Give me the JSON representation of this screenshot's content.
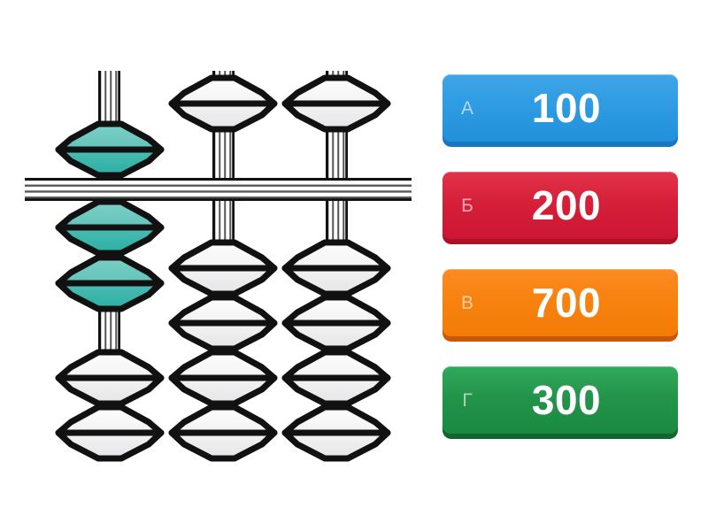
{
  "illustration": {
    "name": "soroban-abacus",
    "description": "Japanese soroban abacus with three rods; highlighted beads are teal",
    "colors": {
      "bead_highlight_top": "#6FC9BF",
      "bead_highlight_bottom": "#2FB3A8",
      "bead_plain_top": "#FBFBFB",
      "bead_plain_bottom": "#EDEDEE",
      "outline": "#111111",
      "rod": "#FFFFFF",
      "background": "#FFFFFF"
    },
    "rods": [
      {
        "index": 1,
        "heaven_beads": [
          {
            "position": "down-active",
            "highlight": true
          }
        ],
        "earth_beads": [
          {
            "position": "up-active",
            "highlight": true
          },
          {
            "position": "up-active",
            "highlight": true
          },
          {
            "position": "rest",
            "highlight": false
          },
          {
            "position": "rest",
            "highlight": false
          }
        ]
      },
      {
        "index": 2,
        "heaven_beads": [
          {
            "position": "rest",
            "highlight": false
          }
        ],
        "earth_beads": [
          {
            "position": "rest",
            "highlight": false
          },
          {
            "position": "rest",
            "highlight": false
          },
          {
            "position": "rest",
            "highlight": false
          },
          {
            "position": "rest",
            "highlight": false
          }
        ]
      },
      {
        "index": 3,
        "heaven_beads": [
          {
            "position": "rest",
            "highlight": false
          }
        ],
        "earth_beads": [
          {
            "position": "rest",
            "highlight": false
          },
          {
            "position": "rest",
            "highlight": false
          },
          {
            "position": "rest",
            "highlight": false
          },
          {
            "position": "rest",
            "highlight": false
          }
        ]
      }
    ]
  },
  "answers": {
    "options": [
      {
        "letter": "А",
        "text": "100",
        "color": "#2191da",
        "shadow": "#1877c4"
      },
      {
        "letter": "Б",
        "text": "200",
        "color": "#cc1634",
        "shadow": "#ad1128"
      },
      {
        "letter": "В",
        "text": "700",
        "color": "#f37c06",
        "shadow": "#c95703"
      },
      {
        "letter": "Г",
        "text": "300",
        "color": "#1b8a41",
        "shadow": "#12652e"
      }
    ]
  }
}
